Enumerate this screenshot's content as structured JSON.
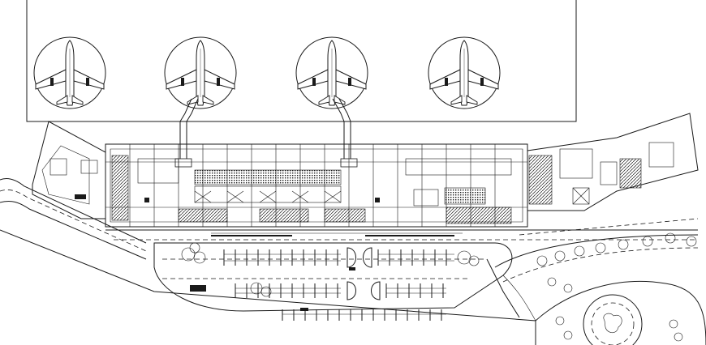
{
  "drawing": {
    "subject": "airport-terminal-site-plan",
    "aircraft_stand_count": 4,
    "boarding_bridge_count": 2,
    "parking_row_count": 3,
    "colors": {
      "line": "#1a1a1a",
      "background": "#ffffff"
    }
  }
}
